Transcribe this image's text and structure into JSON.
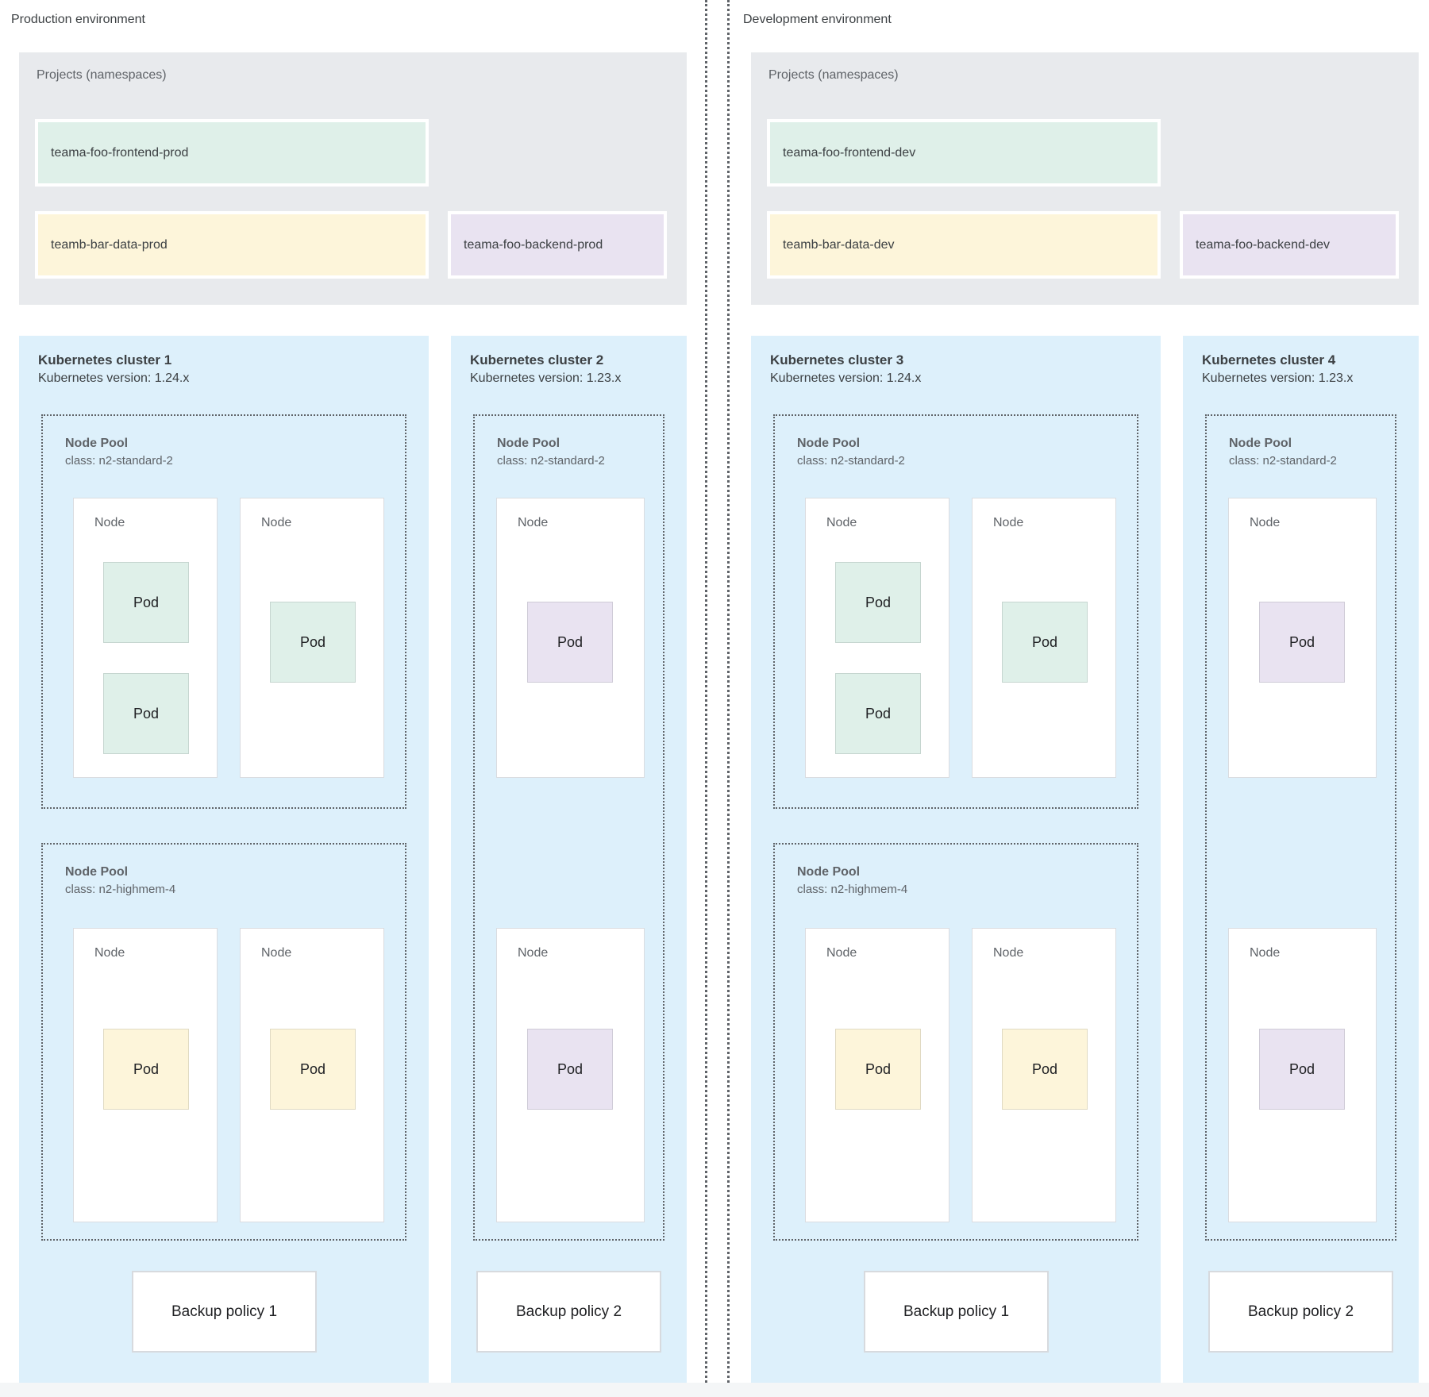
{
  "colors": {
    "projects_bg": "#e8eaed",
    "cluster_bg": "#ddf0fb",
    "green": "#dff0e9",
    "yellow": "#fdf5da",
    "purple": "#e9e3f1",
    "dashed_border": "#5f6368"
  },
  "environments": [
    {
      "label": "Production environment",
      "projects": {
        "title": "Projects (namespaces)",
        "items": [
          {
            "name": "teama-foo-frontend-prod",
            "color": "green"
          },
          {
            "name": "teamb-bar-data-prod",
            "color": "yellow"
          },
          {
            "name": "teama-foo-backend-prod",
            "color": "purple"
          }
        ]
      },
      "clusters": [
        {
          "title": "Kubernetes cluster 1",
          "version": "Kubernetes version: 1.24.x",
          "node_pools": [
            {
              "label": "Node Pool",
              "class_line": "class: n2-standard-2",
              "nodes": [
                {
                  "label": "Node",
                  "pods": [
                    {
                      "label": "Pod",
                      "color": "green"
                    },
                    {
                      "label": "Pod",
                      "color": "green"
                    }
                  ]
                },
                {
                  "label": "Node",
                  "pods": [
                    {
                      "label": "Pod",
                      "color": "green"
                    }
                  ]
                }
              ]
            },
            {
              "label": "Node Pool",
              "class_line": "class: n2-highmem-4",
              "nodes": [
                {
                  "label": "Node",
                  "pods": [
                    {
                      "label": "Pod",
                      "color": "yellow"
                    }
                  ]
                },
                {
                  "label": "Node",
                  "pods": [
                    {
                      "label": "Pod",
                      "color": "yellow"
                    }
                  ]
                }
              ]
            }
          ],
          "backup_policy": "Backup policy 1"
        },
        {
          "title": "Kubernetes cluster 2",
          "version": "Kubernetes version: 1.23.x",
          "node_pools": [
            {
              "label": "Node Pool",
              "class_line": "class: n2-standard-2",
              "nodes": [
                {
                  "label": "Node",
                  "pods": [
                    {
                      "label": "Pod",
                      "color": "purple"
                    }
                  ]
                },
                {
                  "label": "Node",
                  "pods": [
                    {
                      "label": "Pod",
                      "color": "purple"
                    }
                  ]
                }
              ]
            }
          ],
          "backup_policy": "Backup policy 2"
        }
      ]
    },
    {
      "label": "Development environment",
      "projects": {
        "title": "Projects (namespaces)",
        "items": [
          {
            "name": "teama-foo-frontend-dev",
            "color": "green"
          },
          {
            "name": "teamb-bar-data-dev",
            "color": "yellow"
          },
          {
            "name": "teama-foo-backend-dev",
            "color": "purple"
          }
        ]
      },
      "clusters": [
        {
          "title": "Kubernetes cluster 3",
          "version": "Kubernetes version: 1.24.x",
          "node_pools": [
            {
              "label": "Node Pool",
              "class_line": "class: n2-standard-2",
              "nodes": [
                {
                  "label": "Node",
                  "pods": [
                    {
                      "label": "Pod",
                      "color": "green"
                    },
                    {
                      "label": "Pod",
                      "color": "green"
                    }
                  ]
                },
                {
                  "label": "Node",
                  "pods": [
                    {
                      "label": "Pod",
                      "color": "green"
                    }
                  ]
                }
              ]
            },
            {
              "label": "Node Pool",
              "class_line": "class: n2-highmem-4",
              "nodes": [
                {
                  "label": "Node",
                  "pods": [
                    {
                      "label": "Pod",
                      "color": "yellow"
                    }
                  ]
                },
                {
                  "label": "Node",
                  "pods": [
                    {
                      "label": "Pod",
                      "color": "yellow"
                    }
                  ]
                }
              ]
            }
          ],
          "backup_policy": "Backup policy 1"
        },
        {
          "title": "Kubernetes cluster 4",
          "version": "Kubernetes version: 1.23.x",
          "node_pools": [
            {
              "label": "Node Pool",
              "class_line": "class: n2-standard-2",
              "nodes": [
                {
                  "label": "Node",
                  "pods": [
                    {
                      "label": "Pod",
                      "color": "purple"
                    }
                  ]
                },
                {
                  "label": "Node",
                  "pods": [
                    {
                      "label": "Pod",
                      "color": "purple"
                    }
                  ]
                }
              ]
            }
          ],
          "backup_policy": "Backup policy 2"
        }
      ]
    }
  ]
}
